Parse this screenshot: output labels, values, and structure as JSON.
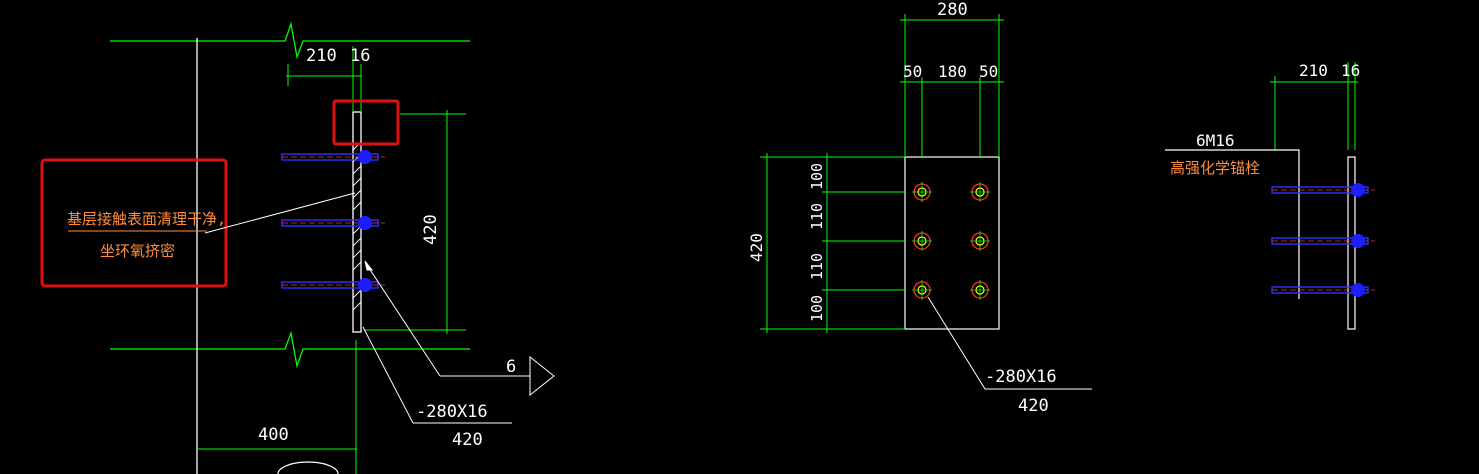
{
  "colors": {
    "background": "#000000",
    "dimension": "#00ff00",
    "outline": "#ffffff",
    "annotation": "#ff8c3a",
    "highlight_box": "#e01010",
    "bolt": "#3030ff",
    "bolt_center": "#ff3030",
    "bolt_ring": "#ffff00"
  },
  "left_view": {
    "dim_210": "210",
    "dim_16": "16",
    "dim_420": "420",
    "dim_400": "400",
    "section_mark": "6",
    "note_line1": "基层接触表面清理干净,",
    "note_line2": "坐环氧挤密",
    "plate_spec": "-280X16",
    "plate_length": "420"
  },
  "middle_view": {
    "dim_280": "280",
    "dim_50_left": "50",
    "dim_180": "180",
    "dim_50_right": "50",
    "dim_420": "420",
    "dim_100_top": "100",
    "dim_110_a": "110",
    "dim_110_b": "110",
    "dim_100_bottom": "100",
    "plate_spec": "-280X16",
    "plate_length": "420"
  },
  "right_view": {
    "dim_210": "210",
    "dim_16": "16",
    "bolt_spec": "6M16",
    "bolt_desc": "高强化学锚栓"
  }
}
